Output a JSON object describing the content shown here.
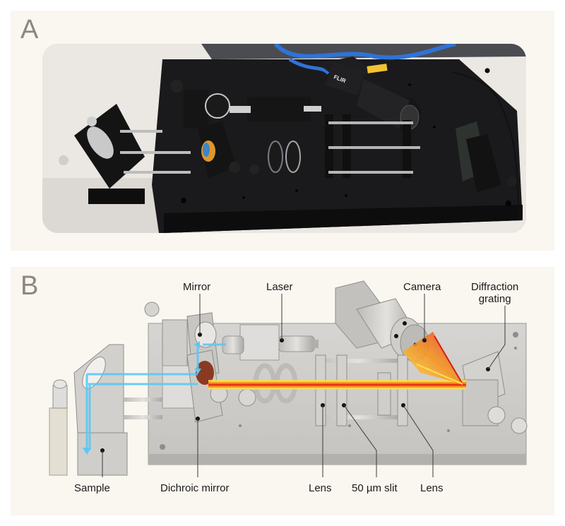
{
  "figure": {
    "panel_a": {
      "letter": "A",
      "description": "Photograph of the assembled spectrometer setup on a black optical breadboard",
      "camera_brand_marking": "FLIR"
    },
    "panel_b": {
      "letter": "B",
      "description": "CAD rendering of the spectrometer with annotated beam path",
      "labels": {
        "mirror": "Mirror",
        "laser": "Laser",
        "camera": "Camera",
        "diffraction_grating": "Diffraction grating",
        "diffraction_grating_line1": "Diffraction",
        "diffraction_grating_line2": "grating",
        "sample": "Sample",
        "dichroic_mirror": "Dichroic mirror",
        "lens_left": "Lens",
        "slit": "50 µm slit",
        "lens_right": "Lens"
      },
      "beam_colors": {
        "excitation": "#5bc8f5",
        "emission_core": "#e8321e",
        "emission_mid": "#f59a1e",
        "emission_outer": "#ffd84a"
      }
    }
  },
  "colors": {
    "panel_background": "#faf6f0",
    "page_background": "#ffffff",
    "letter_color": "#8e8683",
    "label_color": "#1b1b1b"
  }
}
